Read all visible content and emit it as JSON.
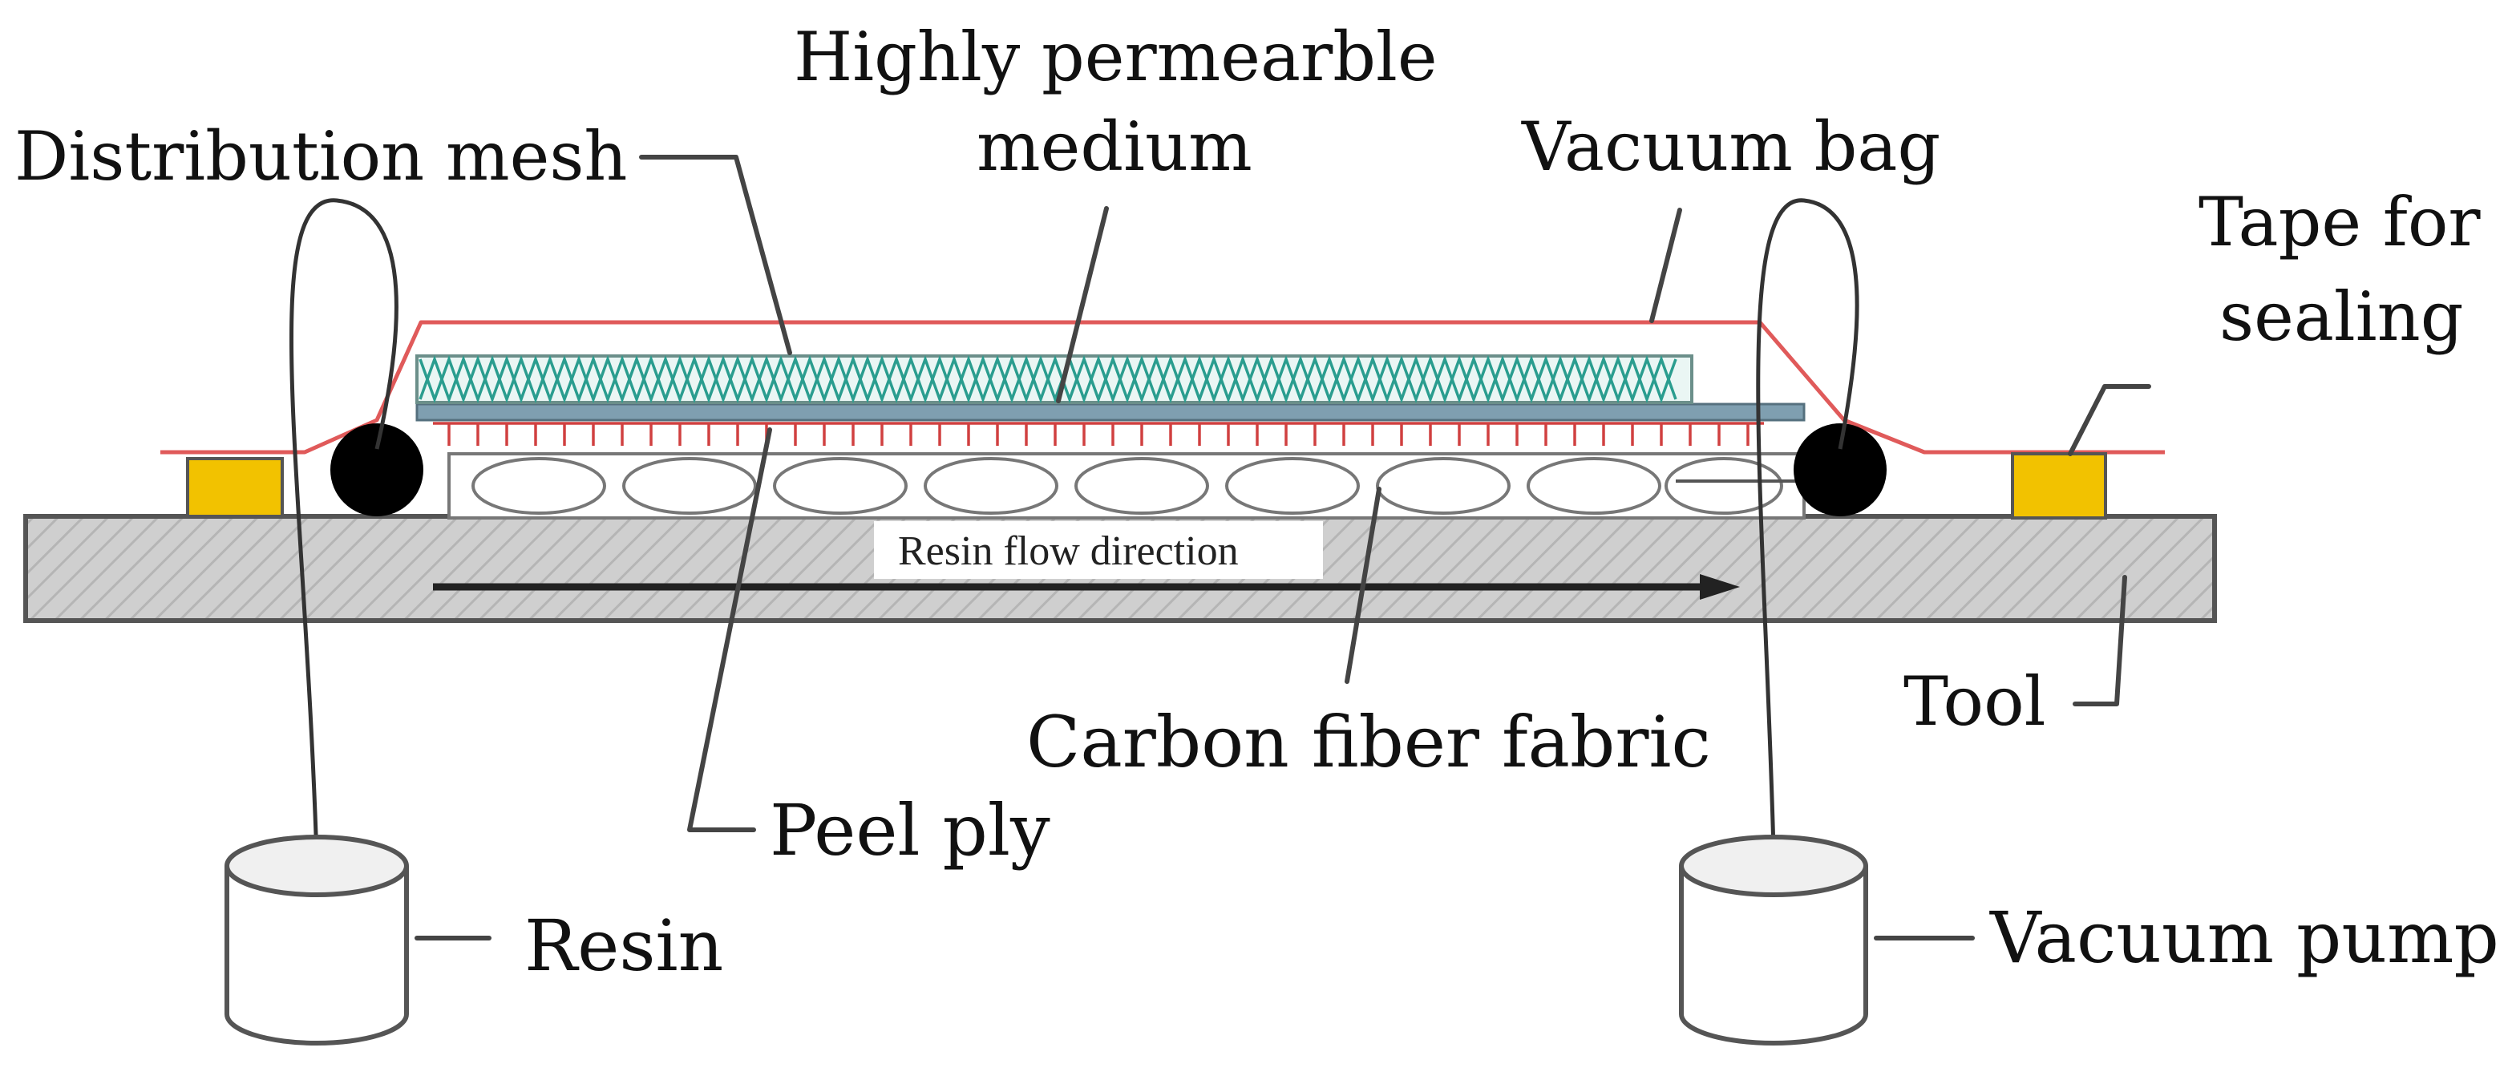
{
  "labels": {
    "distribution_mesh": "Distribution mesh",
    "highly_permeable_line1": "Highly permearble",
    "highly_permeable_line2": "medium",
    "vacuum_bag": "Vacuum bag",
    "tape_line1": "Tape for",
    "tape_line2": "sealing",
    "resin_flow": "Resin flow direction",
    "tool": "Tool",
    "carbon_fiber": "Carbon fiber fabric",
    "peel_ply": "Peel ply",
    "resin": "Resin",
    "vacuum_pump": "Vacuum pump"
  },
  "colors": {
    "vacuum_bag": "#e05a5a",
    "distribution_mesh": "#2a9d8f",
    "sealing_tape": "#f2c200",
    "tool": "#c8c8c8",
    "seal_ball": "#000000"
  }
}
